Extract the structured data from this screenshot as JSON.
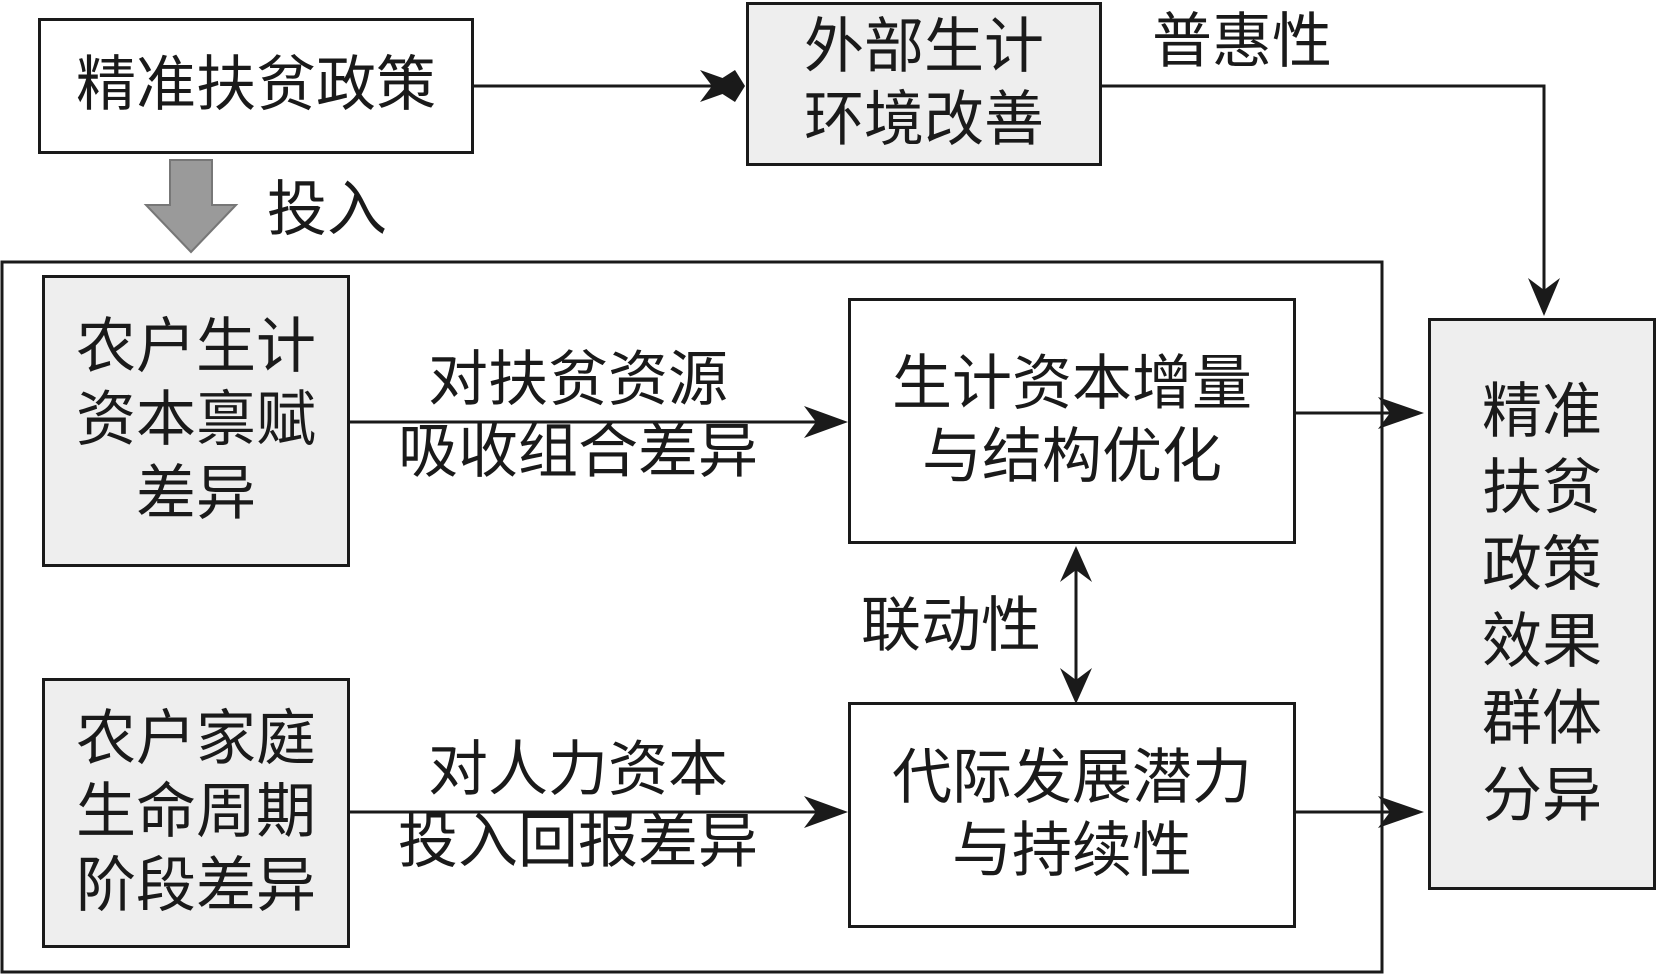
{
  "boxes": {
    "policy": "精准扶贫政策",
    "external": "外部生计\n环境改善",
    "endowment": "农户生计\n资本禀赋\n差异",
    "lifecycle": "农户家庭\n生命周期\n阶段差异",
    "capital_opt": "生计资本增量\n与结构优化",
    "intergen": "代际发展潜力\n与持续性",
    "outcome": "精准\n扶贫\n政策\n效果\n群体\n分异"
  },
  "labels": {
    "universality": "普惠性",
    "input": "投入",
    "absorb": "对扶贫资源\n吸收组合差异",
    "return": "对人力资本\n投入回报差异",
    "linkage": "联动性"
  }
}
